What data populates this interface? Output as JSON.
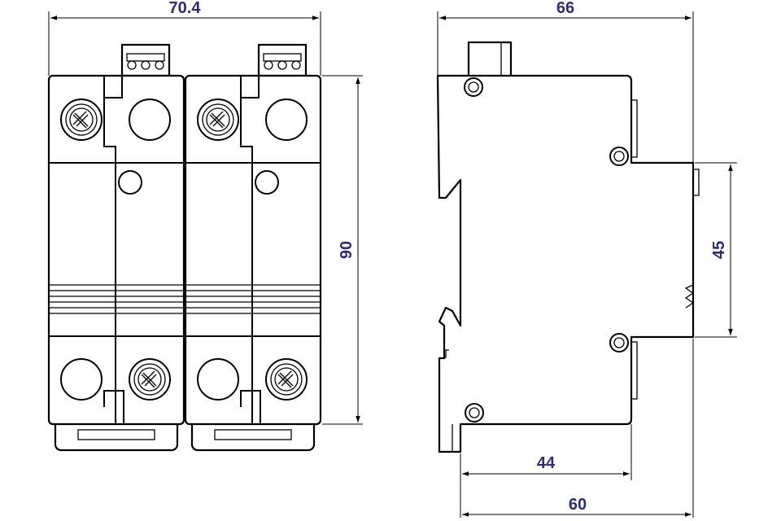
{
  "colors": {
    "dimension_text": "#2b2f6e",
    "outline": "#000000",
    "background": "#ffffff"
  },
  "dimensions": {
    "front_width": "70.4",
    "side_depth_total": "66",
    "height": "90",
    "rail_height": "45",
    "depth_44": "44",
    "depth_60": "60"
  }
}
